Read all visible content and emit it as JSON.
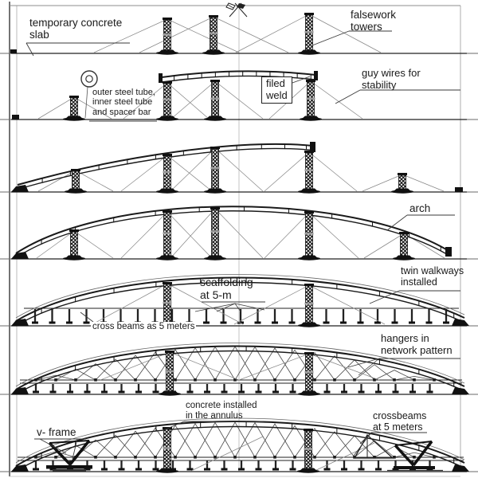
{
  "drawing": {
    "colors": {
      "ink": "#1a1a1a",
      "faint_line": "#8c8c8c",
      "background": "#ffffff"
    },
    "icons": {
      "crossed_flags_marker": "crossed-flags survey marker",
      "tube_cross_section": "concentric circles tube section symbol"
    },
    "labels": {
      "temporary_concrete_slab": "temporary concrete\nslab",
      "falsework_towers": "falsework\ntowers",
      "tube_note": "outer steel tube,\ninner steel tube\nand spacer bar",
      "filed_weld": "filed\nweld",
      "guy_wires": "guy wires for\nstability",
      "arch": "arch",
      "scaffolding": "scaffolding\nat 5-m",
      "twin_walkways": "twin walkways\ninstalled",
      "cross_beams": "cross beams as 5 meters",
      "hangers": "hangers in\nnetwork pattern",
      "v_frame": "v- frame",
      "concrete_annulus": "concrete installed\nin the annulus",
      "crossbeams_5m": "crossbeams\nat 5 meters"
    },
    "panels": [
      {
        "stage": 1,
        "labels": [
          "temporary_concrete_slab",
          "falsework_towers"
        ]
      },
      {
        "stage": 2,
        "labels": [
          "tube_note",
          "filed_weld",
          "guy_wires"
        ]
      },
      {
        "stage": 3,
        "labels": []
      },
      {
        "stage": 4,
        "labels": [
          "arch"
        ]
      },
      {
        "stage": 5,
        "labels": [
          "scaffolding",
          "twin_walkways",
          "cross_beams"
        ]
      },
      {
        "stage": 6,
        "labels": [
          "hangers"
        ]
      },
      {
        "stage": 7,
        "labels": [
          "v_frame",
          "concrete_annulus",
          "crossbeams_5m"
        ]
      }
    ]
  }
}
